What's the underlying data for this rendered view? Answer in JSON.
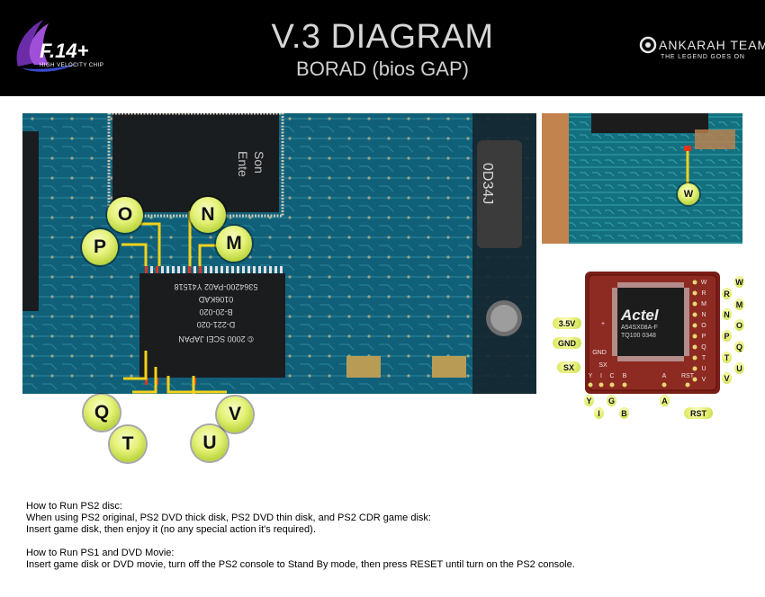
{
  "header": {
    "title": "V.3 DIAGRAM",
    "subtitle": "BORAD (bios GAP)",
    "logo_left": {
      "text": "F.14+",
      "tagline": "HIGH VELOCITY CHIP"
    },
    "logo_right": {
      "name": "ANKARAH TEAM",
      "tagline": "THE LEGEND GOES ON"
    }
  },
  "main_board": {
    "chip_marking": [
      "5364200-PA02 Y41518",
      "0106KAD",
      "B-20-020",
      "D-221-020",
      "© 2000 SCEI JAPAN"
    ],
    "side_chip_marking": "0D34J",
    "big_chip_marking": [
      "Son",
      "Ente"
    ],
    "top_labels": [
      "O",
      "N",
      "P",
      "M"
    ],
    "bottom_labels": [
      "Q",
      "V",
      "T",
      "U"
    ]
  },
  "inset_board": {
    "label": "W"
  },
  "modchip": {
    "brand": "Actel",
    "part": "A54SX08A-F",
    "sub": "TQ100   0348",
    "pcb_right_pins": [
      "W",
      "R",
      "M",
      "N",
      "O",
      "P",
      "Q",
      "T",
      "U",
      "V"
    ],
    "pcb_left_pins": [
      "+",
      "GND",
      "SX"
    ],
    "pcb_bottom_pins": [
      "Y",
      "I",
      "C",
      "B",
      "A",
      "RST"
    ],
    "right_labels": [
      "W",
      "R",
      "M",
      "N",
      "O",
      "P",
      "Q",
      "T",
      "U",
      "V"
    ],
    "left_labels": [
      "3.5V",
      "GND",
      "SX"
    ],
    "bottom_labels": [
      "Y",
      "I",
      "G",
      "B",
      "A",
      "RST"
    ]
  },
  "instructions": {
    "ps2_title": "How to Run PS2 disc:",
    "ps2_line1": "When using PS2 original, PS2 DVD thick disk, PS2 DVD thin disk, and PS2 CDR game disk:",
    "ps2_line2": "Insert game disk, then enjoy it (no any special action it's required).",
    "ps1_title": "How to Run PS1 and DVD Movie:",
    "ps1_line1": "Insert game disk or DVD movie, turn off the PS2 console to Stand By mode, then press RESET until turn on the PS2 console."
  }
}
